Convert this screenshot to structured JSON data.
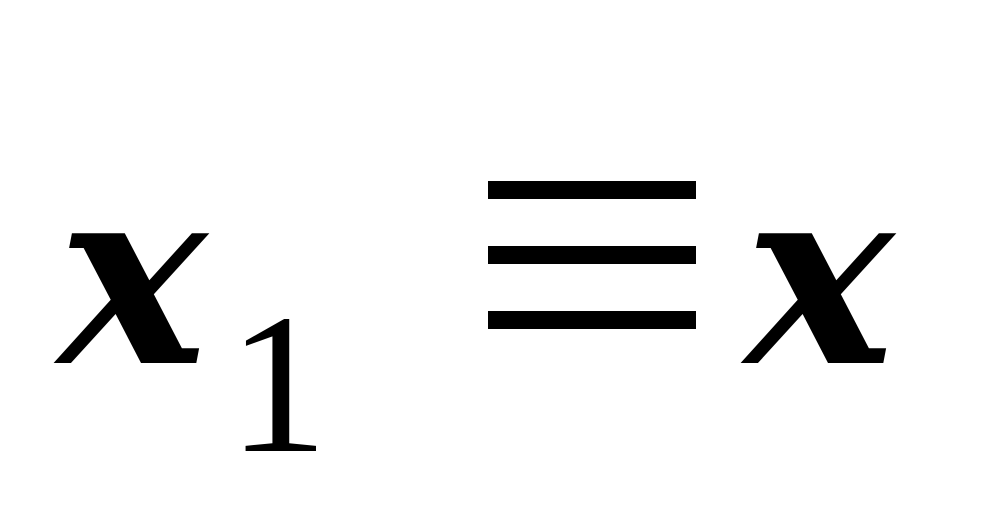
{
  "formula": {
    "lhs_variable": "x",
    "lhs_subscript": "1",
    "relation_symbol": "≡",
    "rhs_variable": "x"
  }
}
